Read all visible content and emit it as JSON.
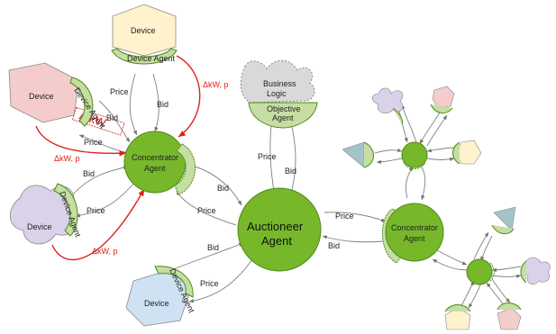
{
  "device_label": "Device",
  "device_agent_label": "Device Agent",
  "concentrator": {
    "line1": "Concentrator",
    "line2": "Agent"
  },
  "auctioneer": {
    "line1": "Auctioneer",
    "line2": "Agent"
  },
  "business_logic": {
    "line1": "Business",
    "line2": "Logic"
  },
  "objective_agent": {
    "line1": "Objective",
    "line2": "Agent"
  },
  "edges": {
    "price": "Price",
    "bid": "Bid"
  },
  "red_label": "ΔkW, p",
  "delta_kw_mark": "Δ kW",
  "colors": {
    "agent_green": "#76b82a",
    "shell_green": "#c5dea3",
    "device_yellow": "#fff2cc",
    "device_pink": "#f4cccc",
    "device_purple": "#d9d2e9",
    "device_blue": "#cfe2f3",
    "device_teal": "#a2c4c9",
    "cloud_grey": "#d9d9d9",
    "annotation_red": "#e0201b"
  }
}
